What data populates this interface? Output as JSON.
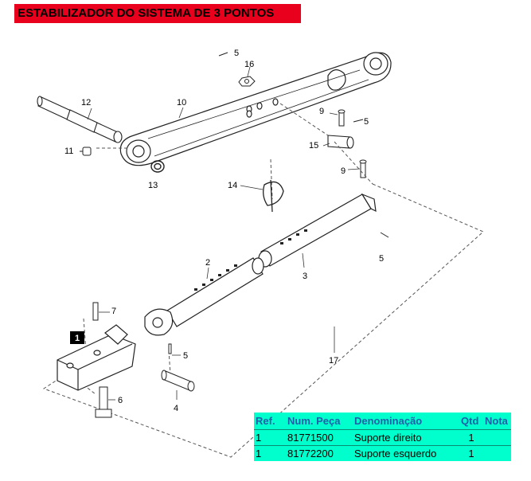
{
  "title": "ESTABILIZADOR DO SISTEMA DE 3 PONTOS",
  "callouts": {
    "c1": "1",
    "c2": "2",
    "c3": "3",
    "c4": "4",
    "c5a": "5",
    "c5b": "5",
    "c5c": "5",
    "c5d": "5",
    "c6": "6",
    "c7": "7",
    "c9a": "9",
    "c9b": "9",
    "c10": "10",
    "c11": "11",
    "c12": "12",
    "c13": "13",
    "c14": "14",
    "c15": "15",
    "c16": "16",
    "c17": "17"
  },
  "table": {
    "headers": [
      "Ref.",
      "Num. Peça",
      "Denominação",
      "Qtd",
      "Nota"
    ],
    "rows": [
      {
        "ref": "1",
        "num": "81771500",
        "den": "Suporte direito",
        "qtd": "1",
        "nota": ""
      },
      {
        "ref": "1",
        "num": "81772200",
        "den": "Suporte esquerdo",
        "qtd": "1",
        "nota": ""
      }
    ]
  },
  "colors": {
    "title_bg": "#e8001c",
    "table_bg": "#00ffcc",
    "table_header": "#1f5fa8"
  }
}
